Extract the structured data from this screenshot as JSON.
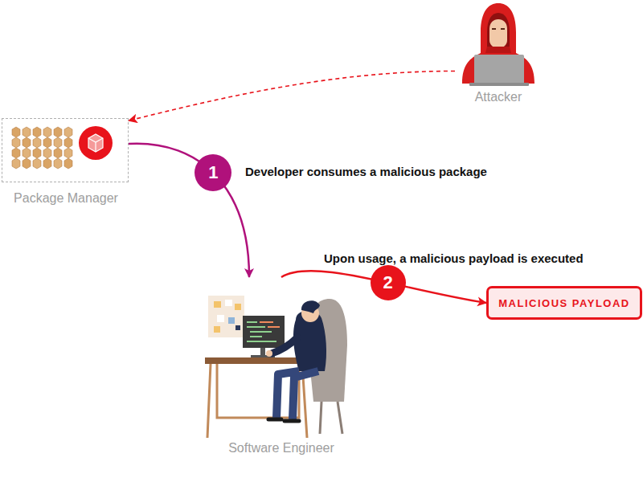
{
  "diagram": {
    "nodes": [
      {
        "text": [
          "Attacker"
        ]
      },
      {
        "text": [
          "Package Manager"
        ]
      },
      {
        "text": [
          "Software Engineer"
        ]
      },
      {
        "text": [
          "MALICIOUS PAYLOAD"
        ]
      }
    ],
    "edges": [
      {
        "from": 0,
        "to": 1,
        "arrow": "to"
      },
      {
        "from": 1,
        "to": 2,
        "label": "1",
        "arrow": "to"
      },
      {
        "from": 2,
        "to": 3,
        "label": "2",
        "arrow": "to"
      }
    ],
    "labels": [
      "Developer consumes a malicious package",
      "Upon usage, a malicious payload is executed"
    ]
  }
}
